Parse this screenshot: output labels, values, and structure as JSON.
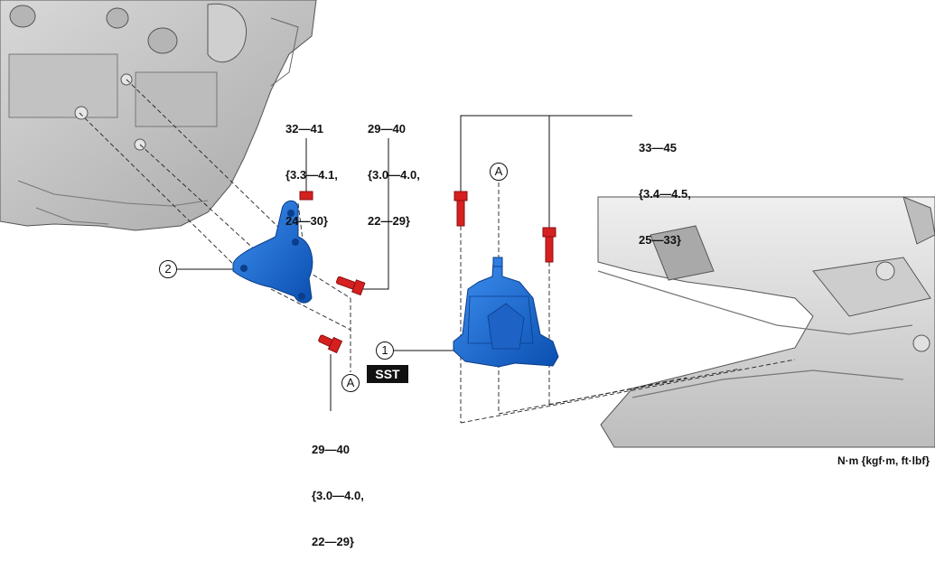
{
  "torque_labels": {
    "bracket_upper_nut": [
      "32—41",
      "{3.3—4.1,",
      "24—30}"
    ],
    "bracket_side_bolt": [
      "29—40",
      "{3.0—4.0,",
      "22—29}"
    ],
    "mount_bolts": [
      "33—45",
      "{3.4—4.5,",
      "25—33}"
    ],
    "bracket_lower_bolt": [
      "29—40",
      "{3.0—4.0,",
      "22—29}"
    ]
  },
  "callouts": {
    "part_1": "1",
    "part_2": "2",
    "reference_a_top": "A",
    "reference_a_bottom": "A"
  },
  "sst_label": "SST",
  "units_note": "N·m {kgf·m, ft·lbf}",
  "colors": {
    "mount_blue": "#1f6fd0",
    "bolt_red": "#d62020",
    "line": "#222222",
    "engine_gray": "#9a9a9a"
  }
}
